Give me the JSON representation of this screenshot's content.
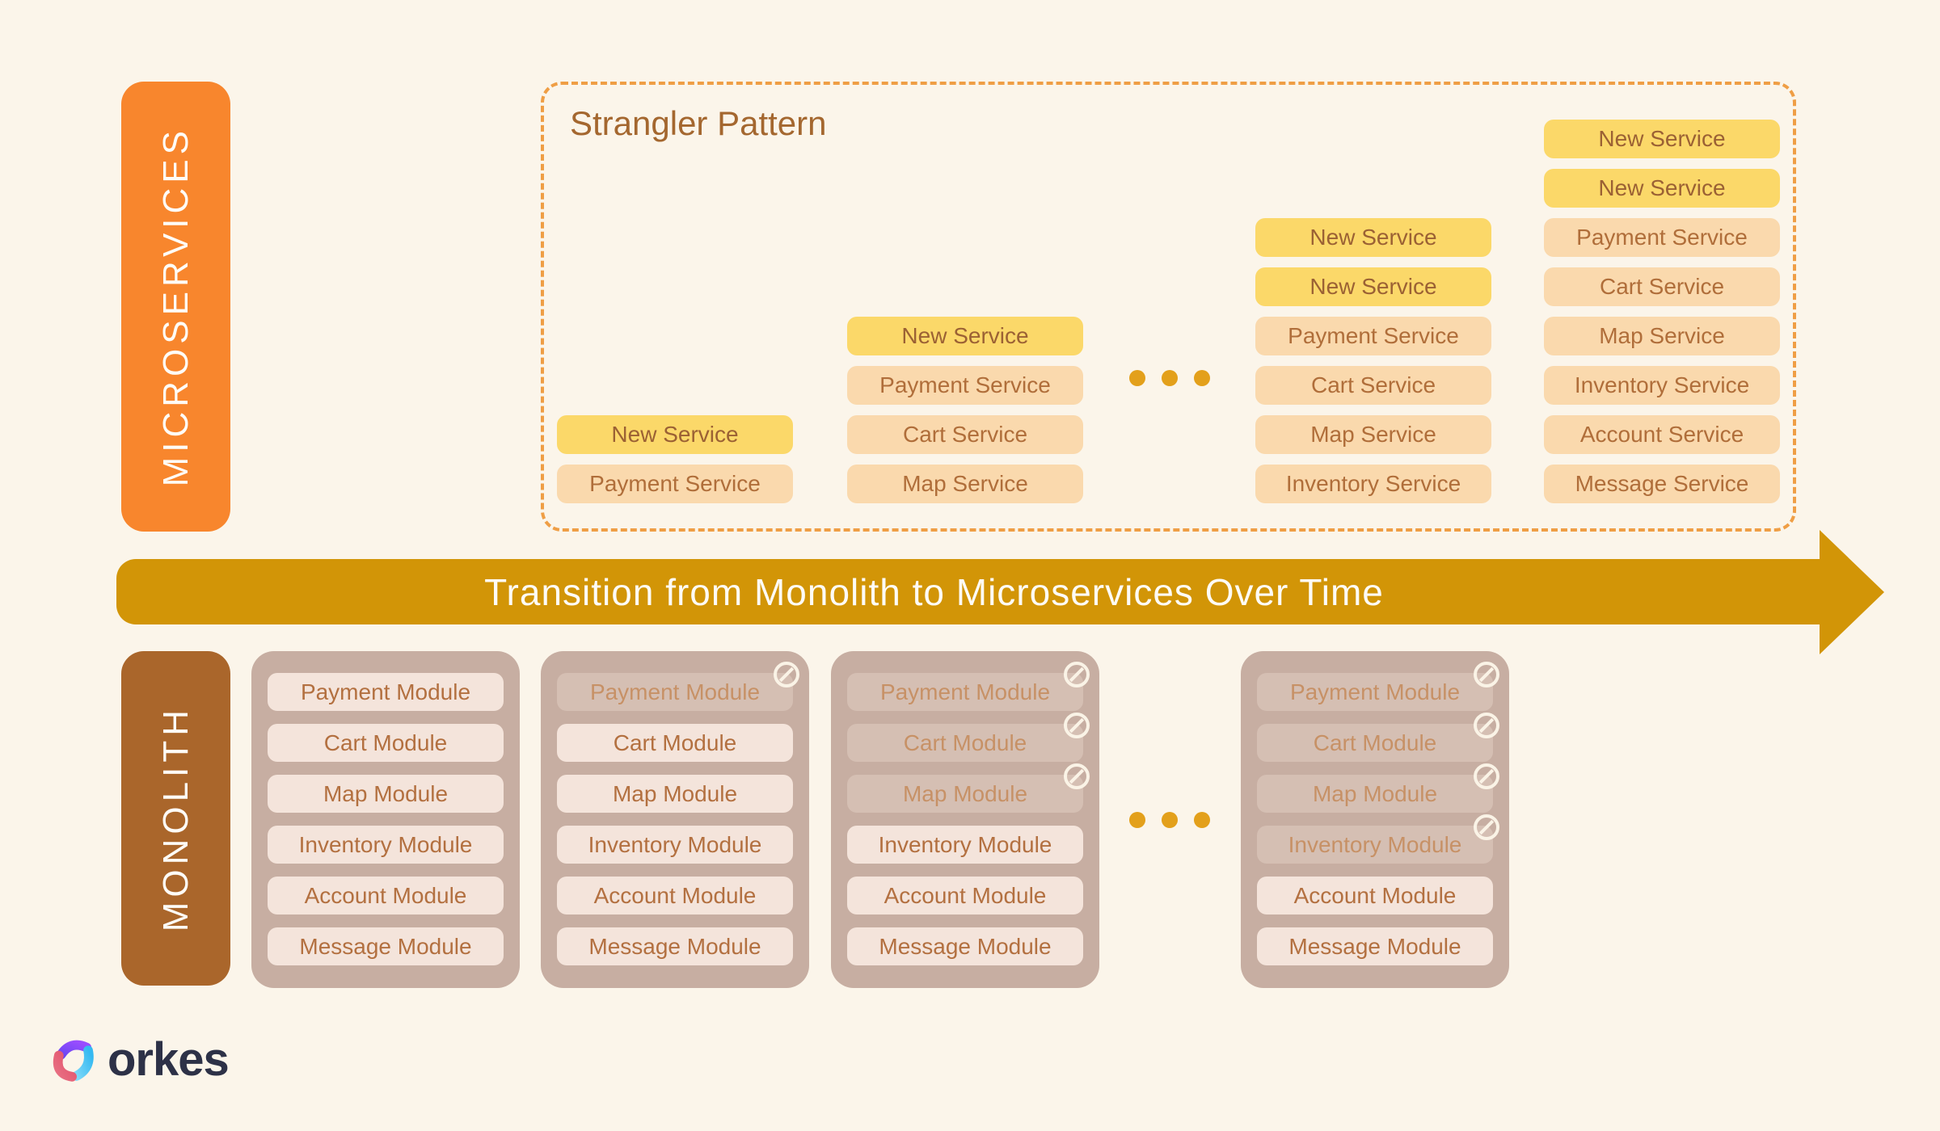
{
  "labels": {
    "microservices": "MICROSERVICES",
    "monolith": "MONOLITH"
  },
  "strangler": {
    "title": "Strangler Pattern",
    "stacks": [
      {
        "services": [
          {
            "label": "New Service",
            "type": "new"
          },
          {
            "label": "Payment Service",
            "type": "existing"
          }
        ]
      },
      {
        "services": [
          {
            "label": "New Service",
            "type": "new"
          },
          {
            "label": "Payment Service",
            "type": "existing"
          },
          {
            "label": "Cart Service",
            "type": "existing"
          },
          {
            "label": "Map Service",
            "type": "existing"
          }
        ]
      },
      {
        "services": [
          {
            "label": "New Service",
            "type": "new"
          },
          {
            "label": "New Service",
            "type": "new"
          },
          {
            "label": "Payment Service",
            "type": "existing"
          },
          {
            "label": "Cart Service",
            "type": "existing"
          },
          {
            "label": "Map Service",
            "type": "existing"
          },
          {
            "label": "Inventory Service",
            "type": "existing"
          }
        ]
      },
      {
        "services": [
          {
            "label": "New Service",
            "type": "new"
          },
          {
            "label": "New Service",
            "type": "new"
          },
          {
            "label": "Payment Service",
            "type": "existing"
          },
          {
            "label": "Cart Service",
            "type": "existing"
          },
          {
            "label": "Map Service",
            "type": "existing"
          },
          {
            "label": "Inventory Service",
            "type": "existing"
          },
          {
            "label": "Account Service",
            "type": "existing"
          },
          {
            "label": "Message Service",
            "type": "existing"
          }
        ]
      }
    ]
  },
  "arrow": {
    "label": "Transition from Monolith to Microservices Over Time"
  },
  "monolith": {
    "stacks": [
      {
        "modules": [
          {
            "label": "Payment Module",
            "disabled": false
          },
          {
            "label": "Cart Module",
            "disabled": false
          },
          {
            "label": "Map Module",
            "disabled": false
          },
          {
            "label": "Inventory Module",
            "disabled": false
          },
          {
            "label": "Account Module",
            "disabled": false
          },
          {
            "label": "Message Module",
            "disabled": false
          }
        ]
      },
      {
        "modules": [
          {
            "label": "Payment Module",
            "disabled": true
          },
          {
            "label": "Cart Module",
            "disabled": false
          },
          {
            "label": "Map Module",
            "disabled": false
          },
          {
            "label": "Inventory Module",
            "disabled": false
          },
          {
            "label": "Account Module",
            "disabled": false
          },
          {
            "label": "Message Module",
            "disabled": false
          }
        ]
      },
      {
        "modules": [
          {
            "label": "Payment Module",
            "disabled": true
          },
          {
            "label": "Cart Module",
            "disabled": true
          },
          {
            "label": "Map Module",
            "disabled": true
          },
          {
            "label": "Inventory Module",
            "disabled": false
          },
          {
            "label": "Account Module",
            "disabled": false
          },
          {
            "label": "Message Module",
            "disabled": false
          }
        ]
      },
      {
        "modules": [
          {
            "label": "Payment Module",
            "disabled": true
          },
          {
            "label": "Cart Module",
            "disabled": true
          },
          {
            "label": "Map Module",
            "disabled": true
          },
          {
            "label": "Inventory Module",
            "disabled": true
          },
          {
            "label": "Account Module",
            "disabled": false
          },
          {
            "label": "Message Module",
            "disabled": false
          }
        ]
      }
    ]
  },
  "logo": {
    "text": "orkes"
  },
  "colors": {
    "background": "#FBF5EA",
    "microservices_bar": "#F8862D",
    "monolith_bar": "#AA662B",
    "arrow_band": "#D29507",
    "dashed_border": "#EF9E45",
    "ellipsis_dots": "#E3A01B",
    "new_service_chip": "#FBD869",
    "service_chip": "#FAD9AD",
    "monolith_container": "#C7AEA2",
    "module_chip": "#F4E4DB",
    "module_chip_disabled": "#D5BFB3",
    "chip_text": "#B06E3A",
    "title_text": "#A4672F",
    "logo_text": "#2D3147"
  }
}
